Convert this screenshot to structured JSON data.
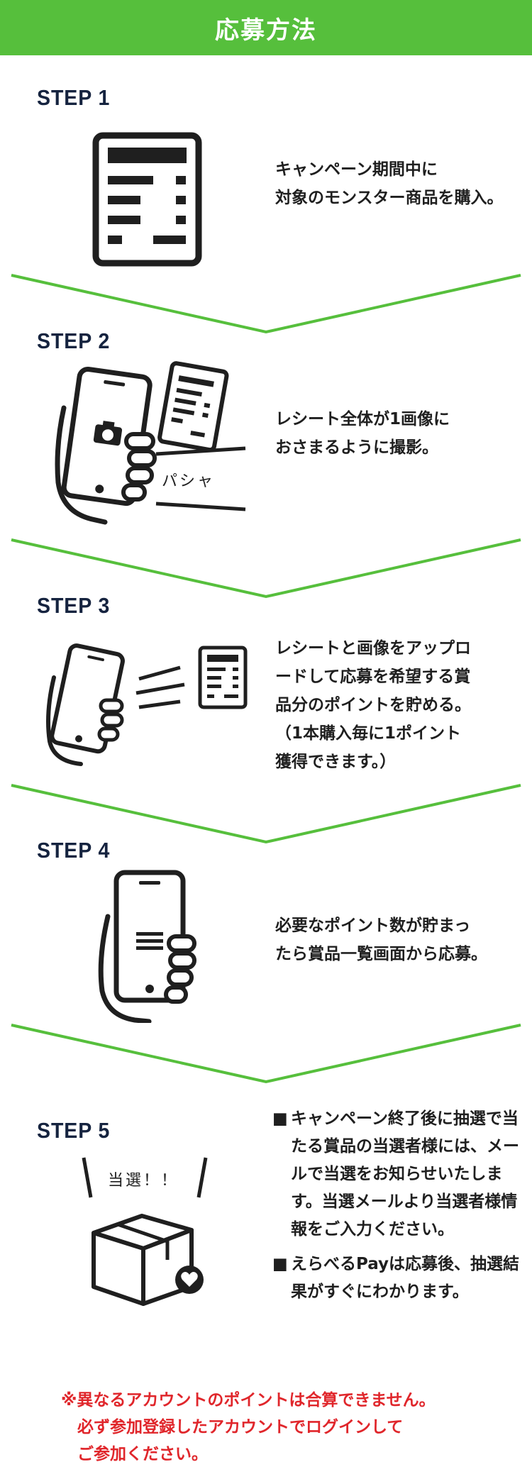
{
  "header": {
    "title": "応募方法"
  },
  "steps": [
    {
      "label": "STEP 1",
      "text": "キャンペーン期間中に\n対象のモンスター商品を購入。"
    },
    {
      "label": "STEP 2",
      "text": "レシート全体が1画像に\nおさまるように撮影。",
      "sound_text": "パシャ"
    },
    {
      "label": "STEP 3",
      "text": "レシートと画像をアップロ\nードして応募を希望する賞\n品分のポイントを貯める。\n（1本購入毎に1ポイント\n獲得できます。）"
    },
    {
      "label": "STEP 4",
      "text": "必要なポイント数が貯まっ\nたら賞品一覧画面から応募。"
    },
    {
      "label": "STEP 5",
      "exclaim_text": "当選！！"
    }
  ],
  "step5_notes": [
    {
      "mark": "■",
      "text": "キャンペーン終了後に抽選で当たる賞品の当選者様には、メールで当選をお知らせいたします。当選メールより当選者様情報をご入力ください。"
    },
    {
      "mark": "■",
      "text": "えらべるPayは応募後、抽選結果がすぐにわかります。"
    }
  ],
  "warning": {
    "line1": "※異なるアカウントのポイントは合算できません。",
    "line2": "　必ず参加登録したアカウントでログインして",
    "line3": "　ご参加ください。"
  },
  "colors": {
    "accent": "#56bf3c",
    "step_label": "#15233f",
    "warning": "#e0262b",
    "icon": "#1f1f1f"
  },
  "icons": [
    "receipt-icon",
    "phone-camera-icon",
    "phone-upload-icon",
    "phone-list-icon",
    "prize-box-icon",
    "heart-badge-icon"
  ]
}
